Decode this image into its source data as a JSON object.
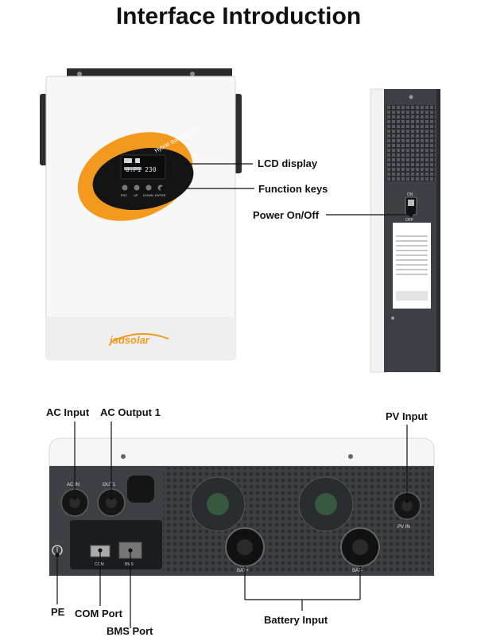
{
  "page": {
    "title": "Interface Introduction"
  },
  "front": {
    "brand": "jsdsolar",
    "panel_arc_text": "Hybrid Solar Inverter",
    "lcd_reading": "0:P1 230",
    "key_labels": [
      "ESC",
      "UP",
      "DOWN",
      "ENTER"
    ]
  },
  "side": {
    "switch_on": "ON",
    "switch_off": "OFF"
  },
  "bottom": {
    "port_labels": {
      "ac_in": "AC IN",
      "out1": "OUT1",
      "pv_in": "PV IN",
      "com": "COM",
      "bms": "BMS",
      "bat_plus": "BAT+",
      "bat_minus": "BAT-"
    }
  },
  "callouts": {
    "lcd_display": "LCD display",
    "function_keys": "Function keys",
    "power_on_off": "Power On/Off",
    "ac_input": "AC Input",
    "ac_output_1": "AC Output 1",
    "pv_input": "PV Input",
    "pe": "PE",
    "com_port": "COM Port",
    "bms_port": "BMS Port",
    "battery_input": "Battery Input"
  },
  "colors": {
    "orange": "#f39a1e",
    "body_white": "#f7f7f7",
    "dark_panel": "#3c3f44",
    "black": "#141414"
  }
}
